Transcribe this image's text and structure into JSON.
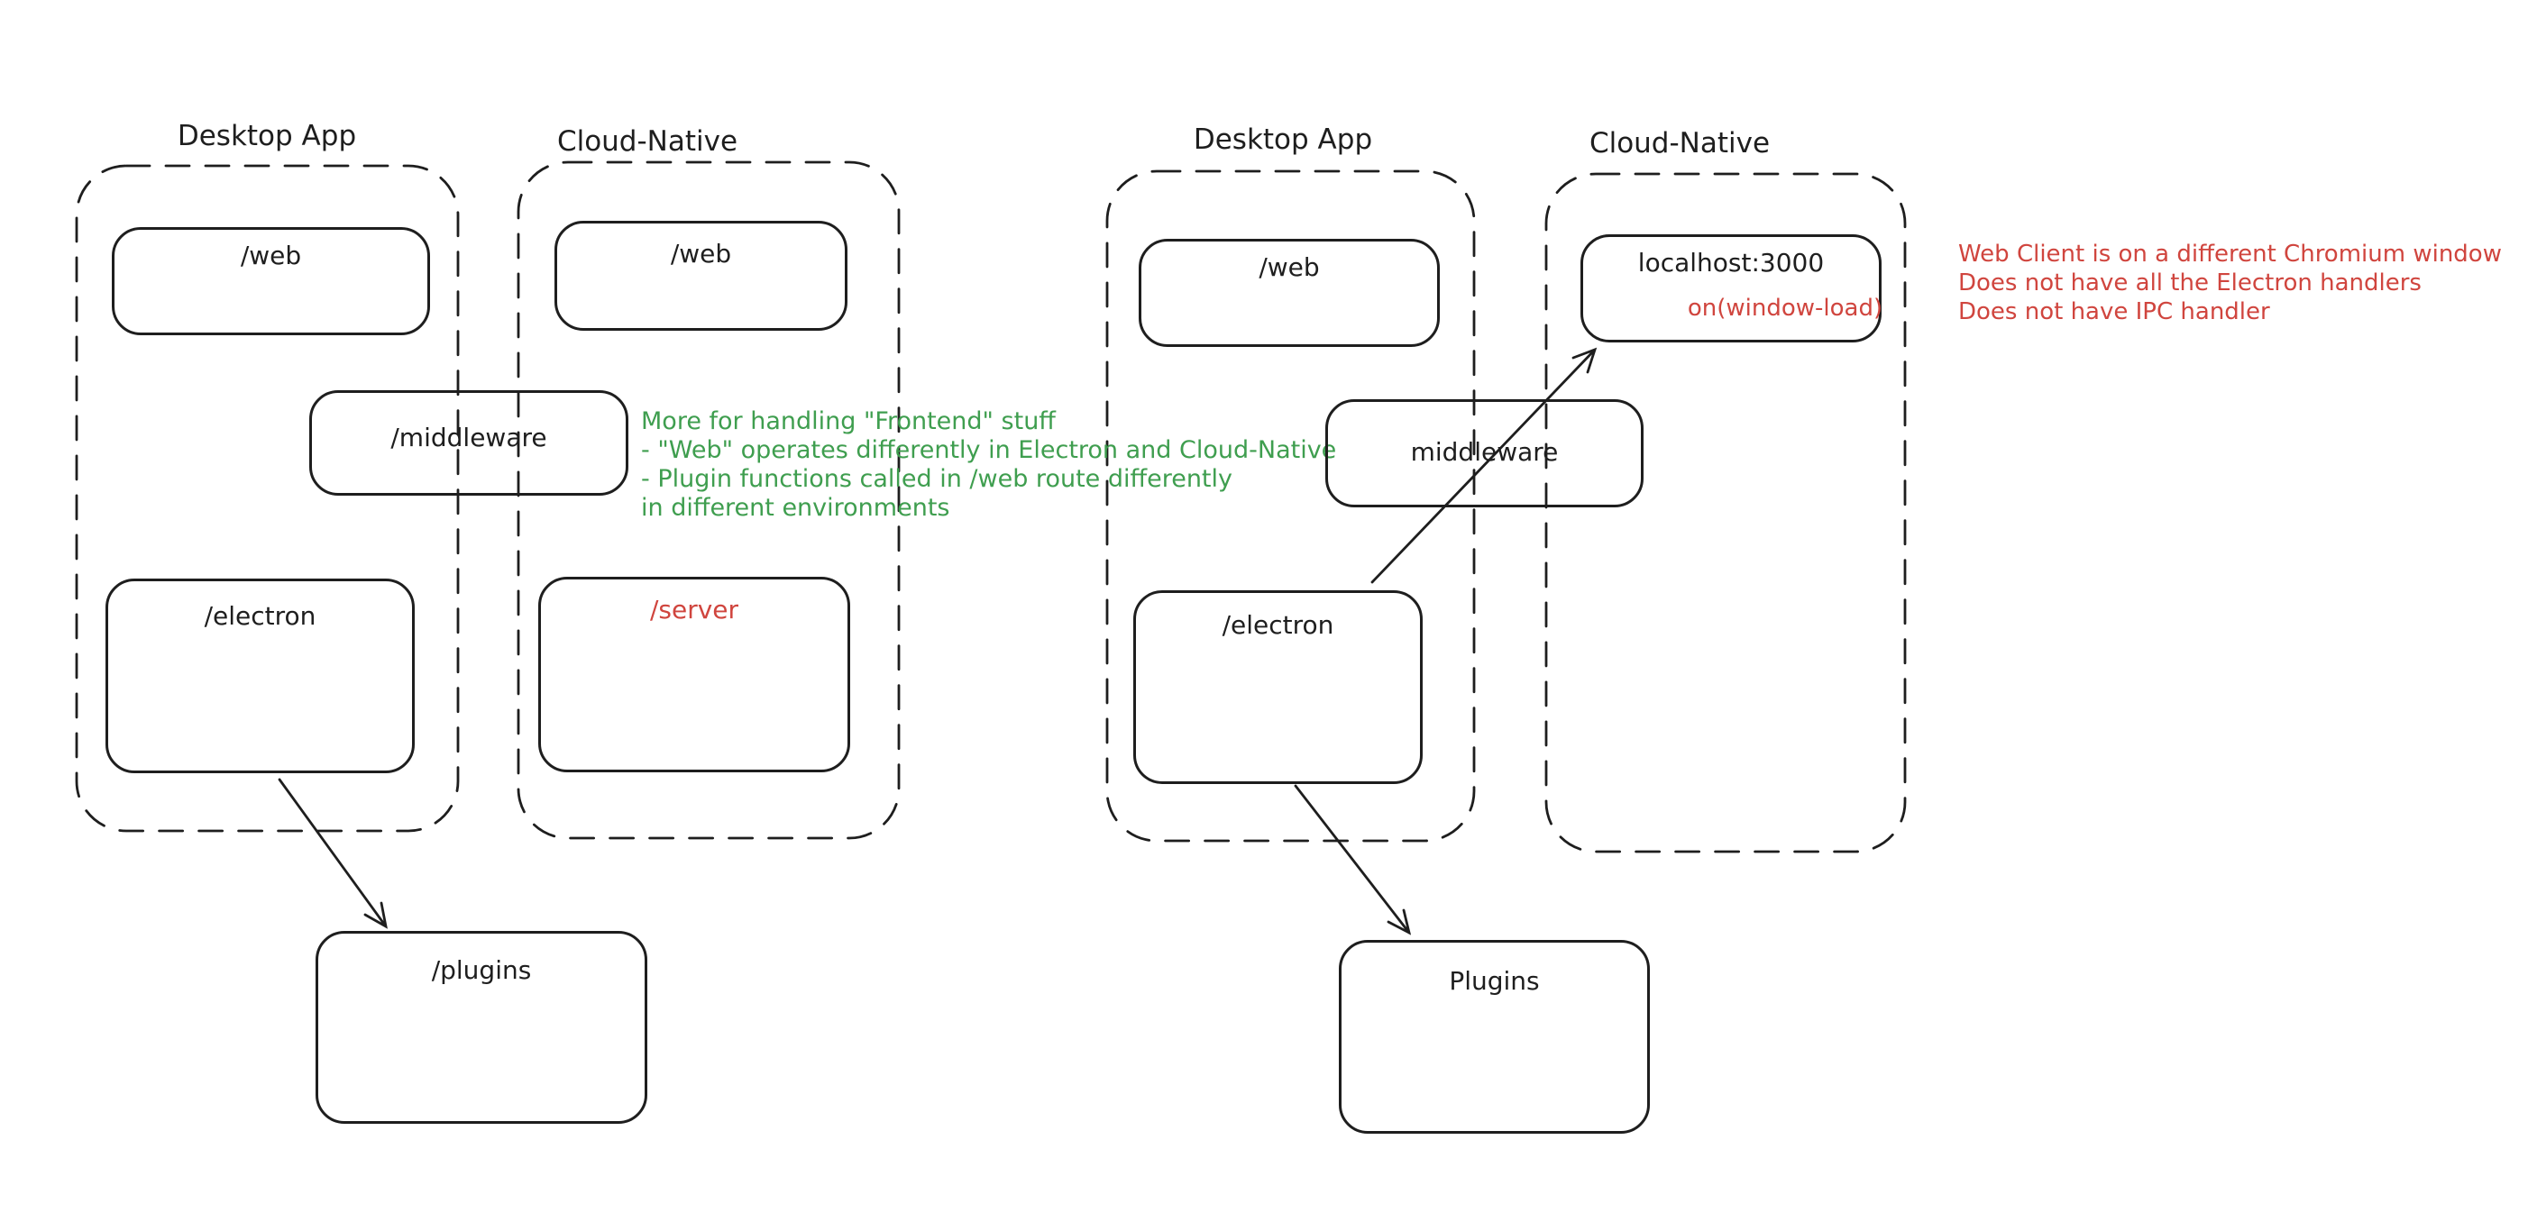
{
  "colors": {
    "stroke": "#1e1e1e",
    "red": "#d0453e",
    "green": "#3f9e4f",
    "background": "#ffffff"
  },
  "left_diagram": {
    "desktop_app_title": "Desktop App",
    "cloud_native_title": "Cloud-Native",
    "desktop_web_label": "/web",
    "cloud_web_label": "/web",
    "middleware_label": "/middleware",
    "electron_label": "/electron",
    "server_label": "/server",
    "plugins_label": "/plugins",
    "note_lines": [
      "More for handling \"Frontend\" stuff",
      "- \"Web\" operates differently in Electron and Cloud-Native",
      "- Plugin functions called in /web route differently",
      "in different environments"
    ]
  },
  "right_diagram": {
    "desktop_app_title": "Desktop App",
    "cloud_native_title": "Cloud-Native",
    "web_label": "/web",
    "middleware_label": "middleware",
    "electron_label": "/electron",
    "localhost_label": "localhost:3000",
    "localhost_event_label": "on(window-load)",
    "plugins_label": "Plugins",
    "note_lines": [
      "Web Client is on a different Chromium window",
      "Does not have all the Electron handlers",
      "Does not have IPC handler"
    ]
  }
}
